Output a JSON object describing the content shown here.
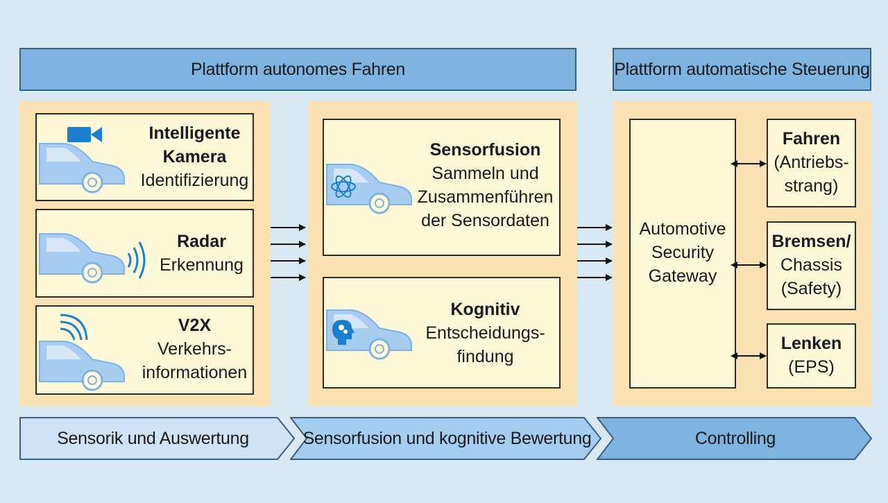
{
  "header": {
    "left_platform": "Plattform autonomes Fahren",
    "right_platform": "Plattform automatische Steuerung"
  },
  "sensors": {
    "kamera": {
      "line1": "Intelligente",
      "line2": "Kamera",
      "line3": "Identifizierung"
    },
    "radar": {
      "line1": "Radar",
      "line2": "Erkennung"
    },
    "v2x": {
      "line1": "V2X",
      "line2": "Verkehrs-",
      "line3": "informationen"
    }
  },
  "fusion": {
    "sensorfusion": {
      "line1": "Sensorfusion",
      "line2": "Sammeln und",
      "line3": "Zusammenführen",
      "line4": "der Sensordaten"
    },
    "kognitiv": {
      "line1": "Kognitiv",
      "line2": "Entscheidungs-",
      "line3": "findung"
    }
  },
  "control": {
    "gateway": {
      "line1": "Automotive",
      "line2": "Security",
      "line3": "Gateway"
    },
    "fahren": {
      "line1": "Fahren",
      "line2": "(Antriebs-",
      "line3": "strang)"
    },
    "bremsen": {
      "line1": "Bremsen/",
      "line2": "Chassis",
      "line3": "(Safety)"
    },
    "lenken": {
      "line1": "Lenken",
      "line2": "(EPS)"
    }
  },
  "stages": {
    "stage1": "Sensorik und Auswertung",
    "stage2": "Sensorfusion und kognitive Bewertung",
    "stage3": "Controlling"
  },
  "colors": {
    "platform_bar": "#7fb3e0",
    "panel": "#fbe2b4",
    "box": "#fdf9d8",
    "car": "#a9cdf0",
    "accent_blue": "#1a7fd0",
    "background": "#d9e9f4"
  },
  "icons": [
    "car-icon",
    "video-camera-icon",
    "radar-waves-icon",
    "wireless-signal-icon",
    "atom-icon",
    "brain-head-icon",
    "arrow-right-icon",
    "double-arrow-icon"
  ]
}
